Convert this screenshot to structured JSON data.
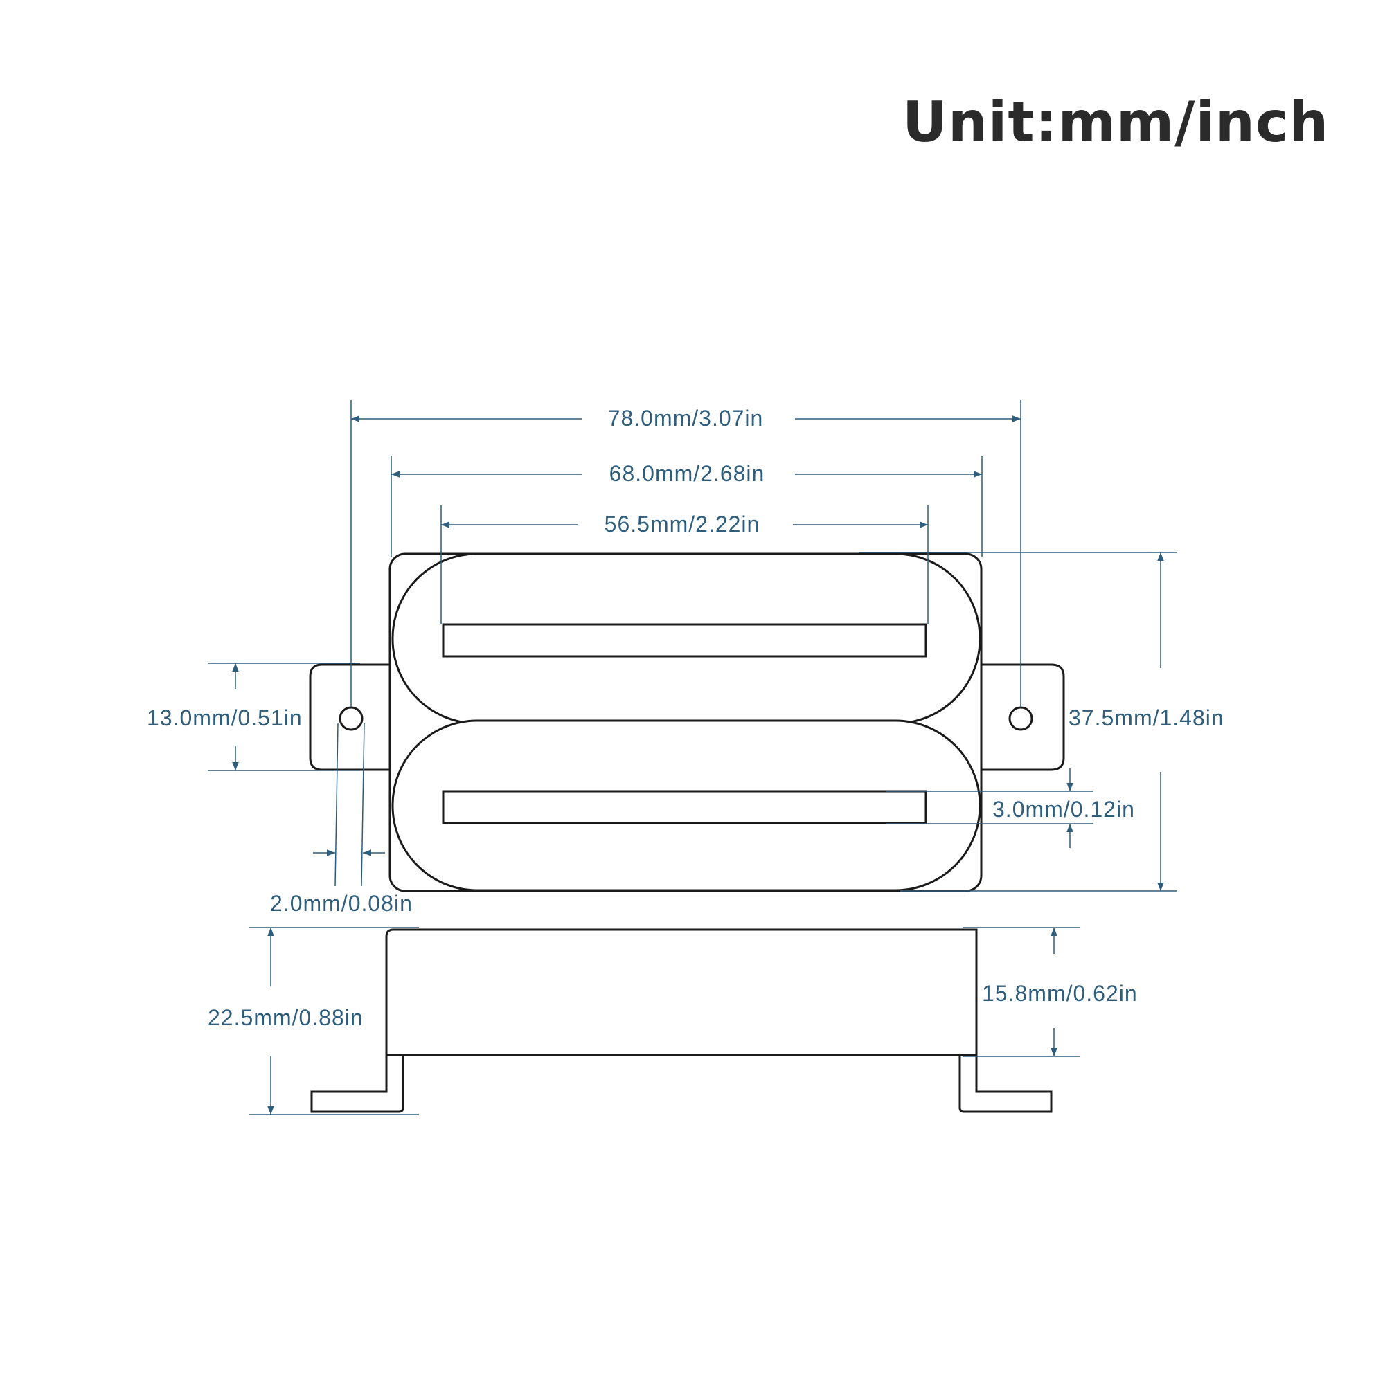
{
  "title": "Unit:mm/inch",
  "dimensions": {
    "overall_length": "78.0mm/3.07in",
    "body_length": "68.0mm/2.68in",
    "blade_length": "56.5mm/2.22in",
    "tab_width": "13.0mm/0.51in",
    "body_width": "37.5mm/1.48in",
    "blade_width": "3.0mm/0.12in",
    "hole_diameter": "2.0mm/0.08in",
    "total_height": "22.5mm/0.88in",
    "body_height": "15.8mm/0.62in"
  },
  "colors": {
    "dimension": "#2f5d7c",
    "outline": "#1a1a1a",
    "title": "#2b2b2b"
  }
}
